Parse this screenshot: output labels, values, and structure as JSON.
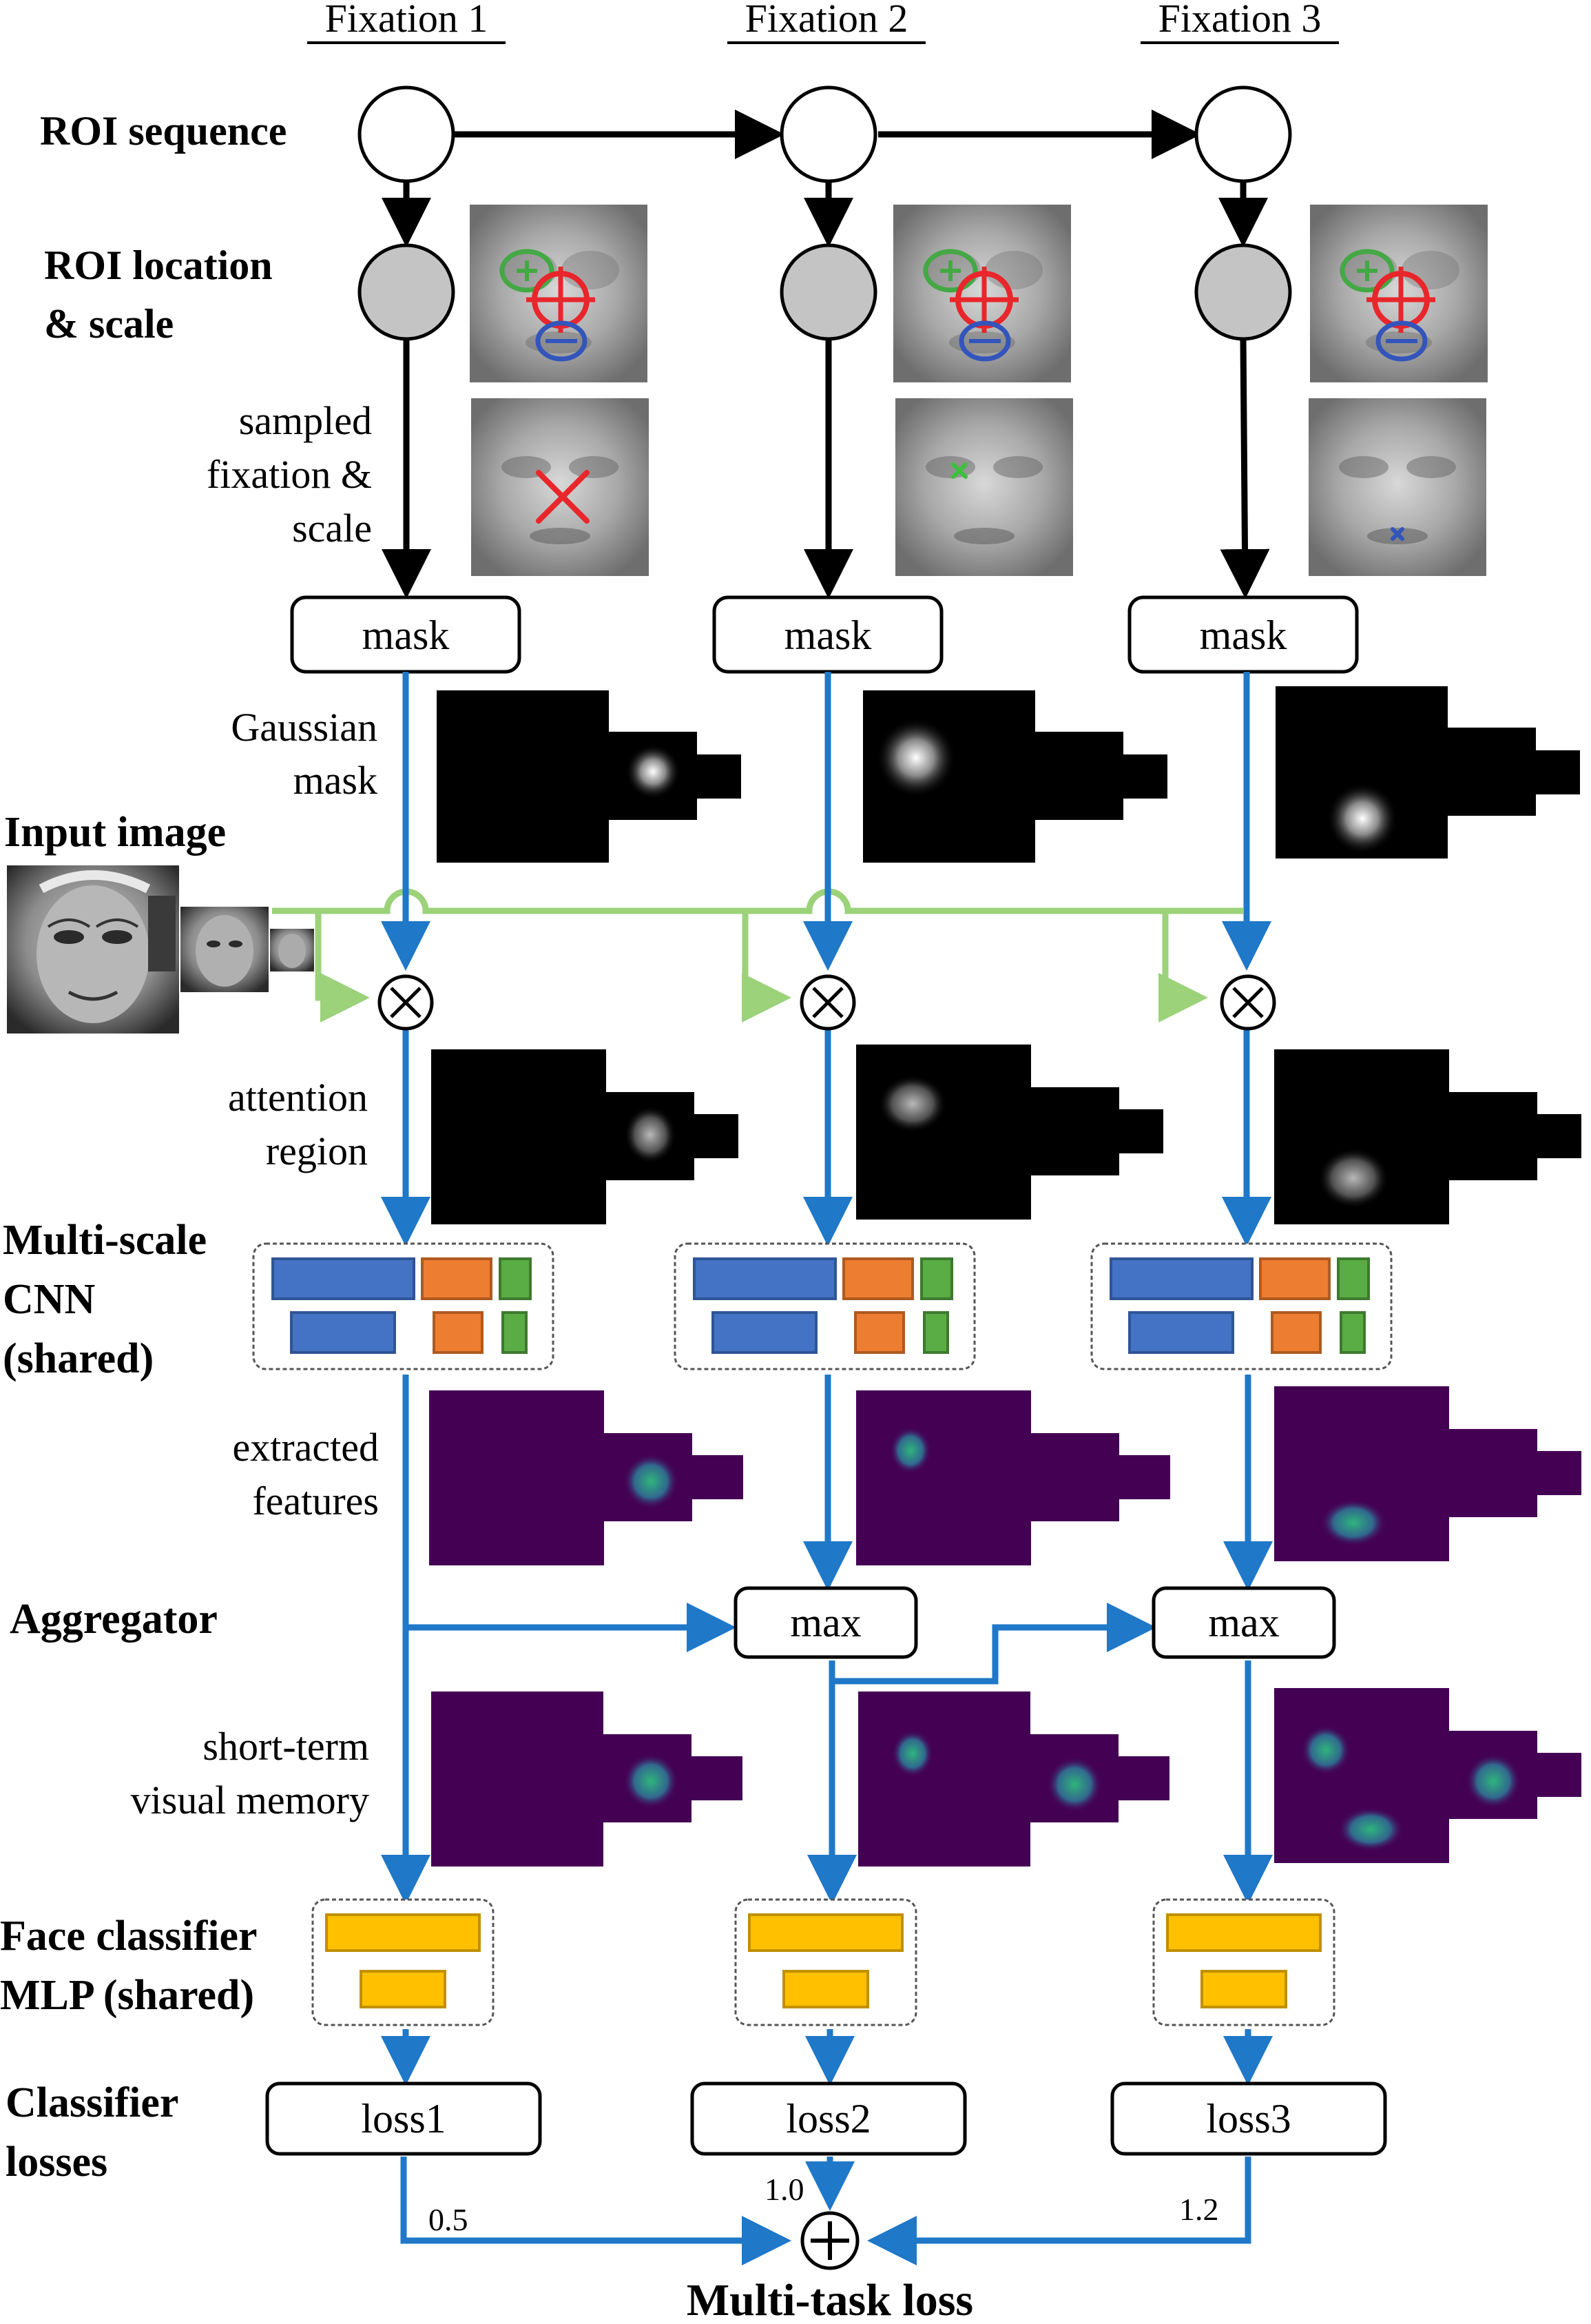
{
  "columns": [
    {
      "header": "Fixation 1",
      "mask_label": "mask",
      "loss_label": "loss1",
      "loss_weight": "0.5",
      "fixation_marker_color": "#e8262b",
      "aggregator_label": ""
    },
    {
      "header": "Fixation 2",
      "mask_label": "mask",
      "loss_label": "loss2",
      "loss_weight": "1.0",
      "fixation_marker_color": "#3fbf3f",
      "aggregator_label": "max"
    },
    {
      "header": "Fixation 3",
      "mask_label": "mask",
      "loss_label": "loss3",
      "loss_weight": "1.2",
      "fixation_marker_color": "#3355bb",
      "aggregator_label": "max"
    }
  ],
  "rows": {
    "roi_sequence": "ROI sequence",
    "roi_location_1": "ROI location",
    "roi_location_2": "& scale",
    "sampled_1": "sampled",
    "sampled_2": "fixation &",
    "sampled_3": "scale",
    "gaussian_1": "Gaussian",
    "gaussian_2": "mask",
    "input_image": "Input image",
    "attention_1": "attention",
    "attention_2": "region",
    "cnn_1": "Multi-scale",
    "cnn_2": "CNN",
    "cnn_3": "(shared)",
    "features_1": "extracted",
    "features_2": "features",
    "aggregator": "Aggregator",
    "memory_1": "short-term",
    "memory_2": "visual memory",
    "classifier_1": "Face classifier",
    "classifier_2": "MLP (shared)",
    "losses_1": "Classifier",
    "losses_2": "losses",
    "multitask": "Multi-task loss"
  },
  "colors": {
    "flow_blue": "#1f78c8",
    "input_green": "#9bd27a",
    "gmm_green": "#44a844",
    "gmm_red": "#e8262b",
    "gmm_blue": "#3355bb",
    "cnn_blue": "#4472c4",
    "cnn_orange": "#ed7d31",
    "cnn_green": "#5aac44",
    "mlp_yellow": "#ffc000",
    "feature_purple": "#440154",
    "feature_green": "#35b779",
    "feature_yellow": "#fde725"
  }
}
